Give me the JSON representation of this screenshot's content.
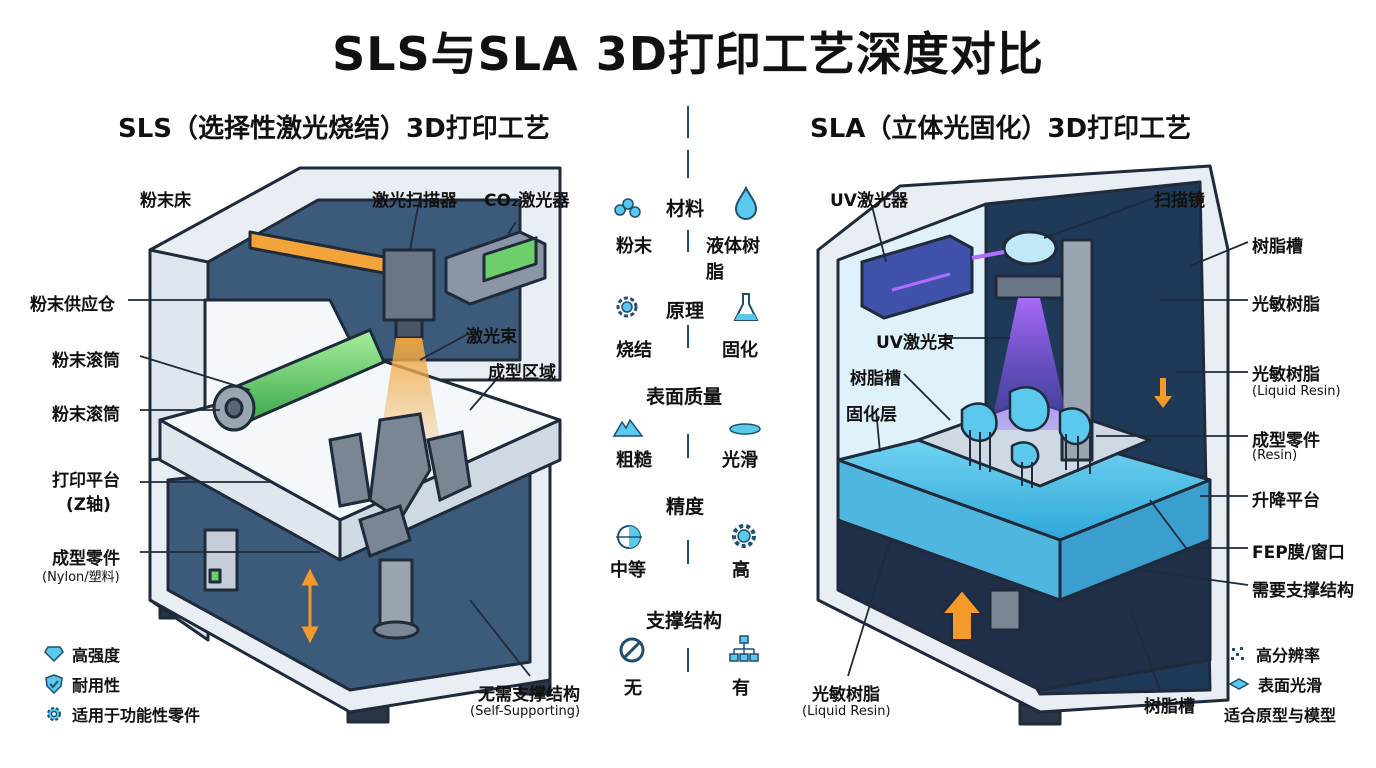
{
  "title": "SLS与SLA 3D打印工艺深度对比",
  "sls": {
    "heading": "SLS（选择性激光烧结）3D打印工艺",
    "labels": {
      "powder_bed": "粉末床",
      "laser_scanner": "激光扫描器",
      "co2_laser": "CO₂激光器",
      "powder_supply": "粉末供应仓",
      "powder_roller_1": "粉末滚筒",
      "laser_beam": "激光束",
      "build_area": "成型区域",
      "powder_roller_2": "粉末滚筒",
      "print_platform": "打印平台",
      "print_platform_sub": "(Z轴)",
      "formed_part": "成型零件",
      "formed_part_sub": "(Nylon/塑料)",
      "no_support": "无需支撑结构",
      "no_support_sub": "(Self-Supporting)"
    },
    "features": [
      {
        "icon": "diamond-icon",
        "text": "高强度"
      },
      {
        "icon": "shield-icon",
        "text": "耐用性"
      },
      {
        "icon": "gear-icon",
        "text": "适用于功能性零件"
      }
    ]
  },
  "sla": {
    "heading": "SLA（立体光固化）3D打印工艺",
    "labels": {
      "uv_laser": "UV激光器",
      "scan_mirror": "扫描镜",
      "resin_tank_top": "树脂槽",
      "photo_resin_1": "光敏树脂",
      "uv_beam": "UV激光束",
      "resin_tank_mid": "树脂槽",
      "photo_resin_2": "光敏树脂",
      "photo_resin_2_sub": "(Liquid Resin)",
      "cured_layer": "固化层",
      "formed_part": "成型零件",
      "formed_part_sub": "(Resin)",
      "lift_platform": "升降平台",
      "fep": "FEP膜/窗口",
      "needs_support": "需要支撑结构",
      "photo_resin_3": "光敏树脂",
      "photo_resin_3_sub": "(Liquid Resin)",
      "resin_tank_bottom": "树脂槽"
    },
    "features": [
      {
        "icon": "sparkle-icon",
        "text": "高分辨率"
      },
      {
        "icon": "layer-icon",
        "text": "表面光滑"
      },
      {
        "icon": "none",
        "text": "适合原型与模型"
      }
    ]
  },
  "comparison": [
    {
      "category": "材料",
      "left": "粉末",
      "right": "液体树脂",
      "left_icon": "powder-rolls-icon",
      "right_icon": "droplet-icon"
    },
    {
      "category": "原理",
      "left": "烧结",
      "right": "固化",
      "left_icon": "sun-gear-icon",
      "right_icon": "flask-icon"
    },
    {
      "category": "表面质量",
      "left": "粗糙",
      "right": "光滑",
      "left_icon": "rough-surface-icon",
      "right_icon": "smooth-surface-icon"
    },
    {
      "category": "精度",
      "left": "中等",
      "right": "高",
      "left_icon": "half-target-icon",
      "right_icon": "gear-icon"
    },
    {
      "category": "支撑结构",
      "left": "无",
      "right": "有",
      "left_icon": "no-symbol-icon",
      "right_icon": "tree-structure-icon"
    }
  ],
  "colors": {
    "outline": "#1f2a3a",
    "frame": "#e9eef4",
    "sls_interior": "#3c5a7a",
    "laser": "#f2a43a",
    "roller": "#6ccf6a",
    "powder": "#f4f8fb",
    "part": "#7a8694",
    "resin": "#5bc8ee",
    "uv": "#9b5cff",
    "arrow": "#f39a2b",
    "divider": "#1f4f6f"
  }
}
